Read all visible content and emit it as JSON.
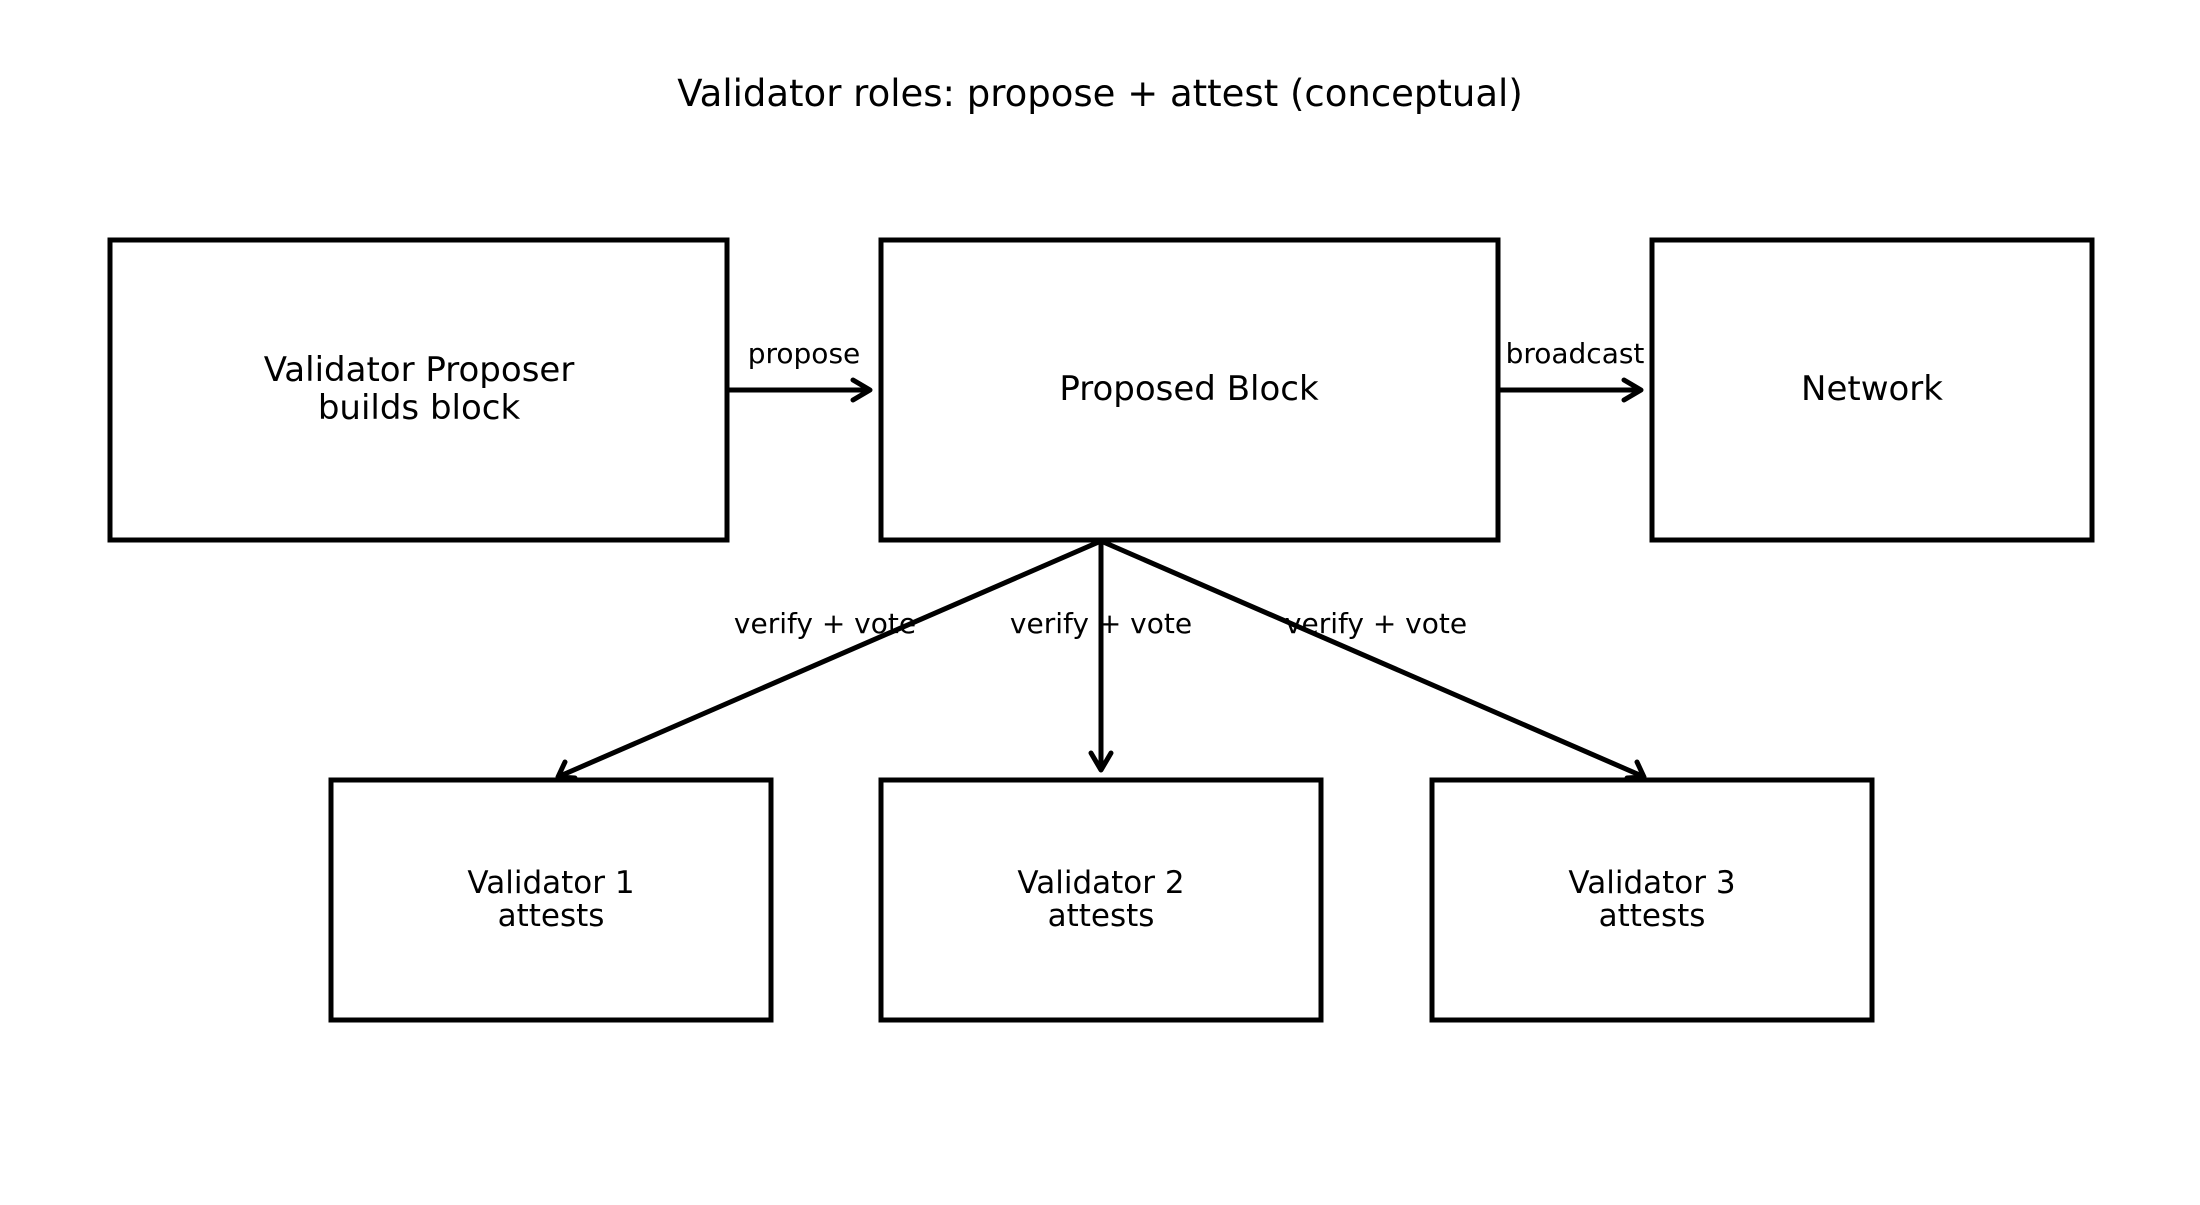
{
  "diagram": {
    "title": "Validator roles: propose + attest (conceptual)",
    "nodes": {
      "proposer": {
        "line1": "Validator Proposer",
        "line2": "builds block"
      },
      "block": {
        "line1": "Proposed Block"
      },
      "network": {
        "line1": "Network"
      },
      "validator1": {
        "line1": "Validator 1",
        "line2": "attests"
      },
      "validator2": {
        "line1": "Validator 2",
        "line2": "attests"
      },
      "validator3": {
        "line1": "Validator 3",
        "line2": "attests"
      }
    },
    "edges": {
      "propose": "propose",
      "broadcast": "broadcast",
      "vote1": "verify + vote",
      "vote2": "verify + vote",
      "vote3": "verify + vote"
    },
    "colors": {
      "stroke": "#000000",
      "background": "#ffffff"
    }
  }
}
